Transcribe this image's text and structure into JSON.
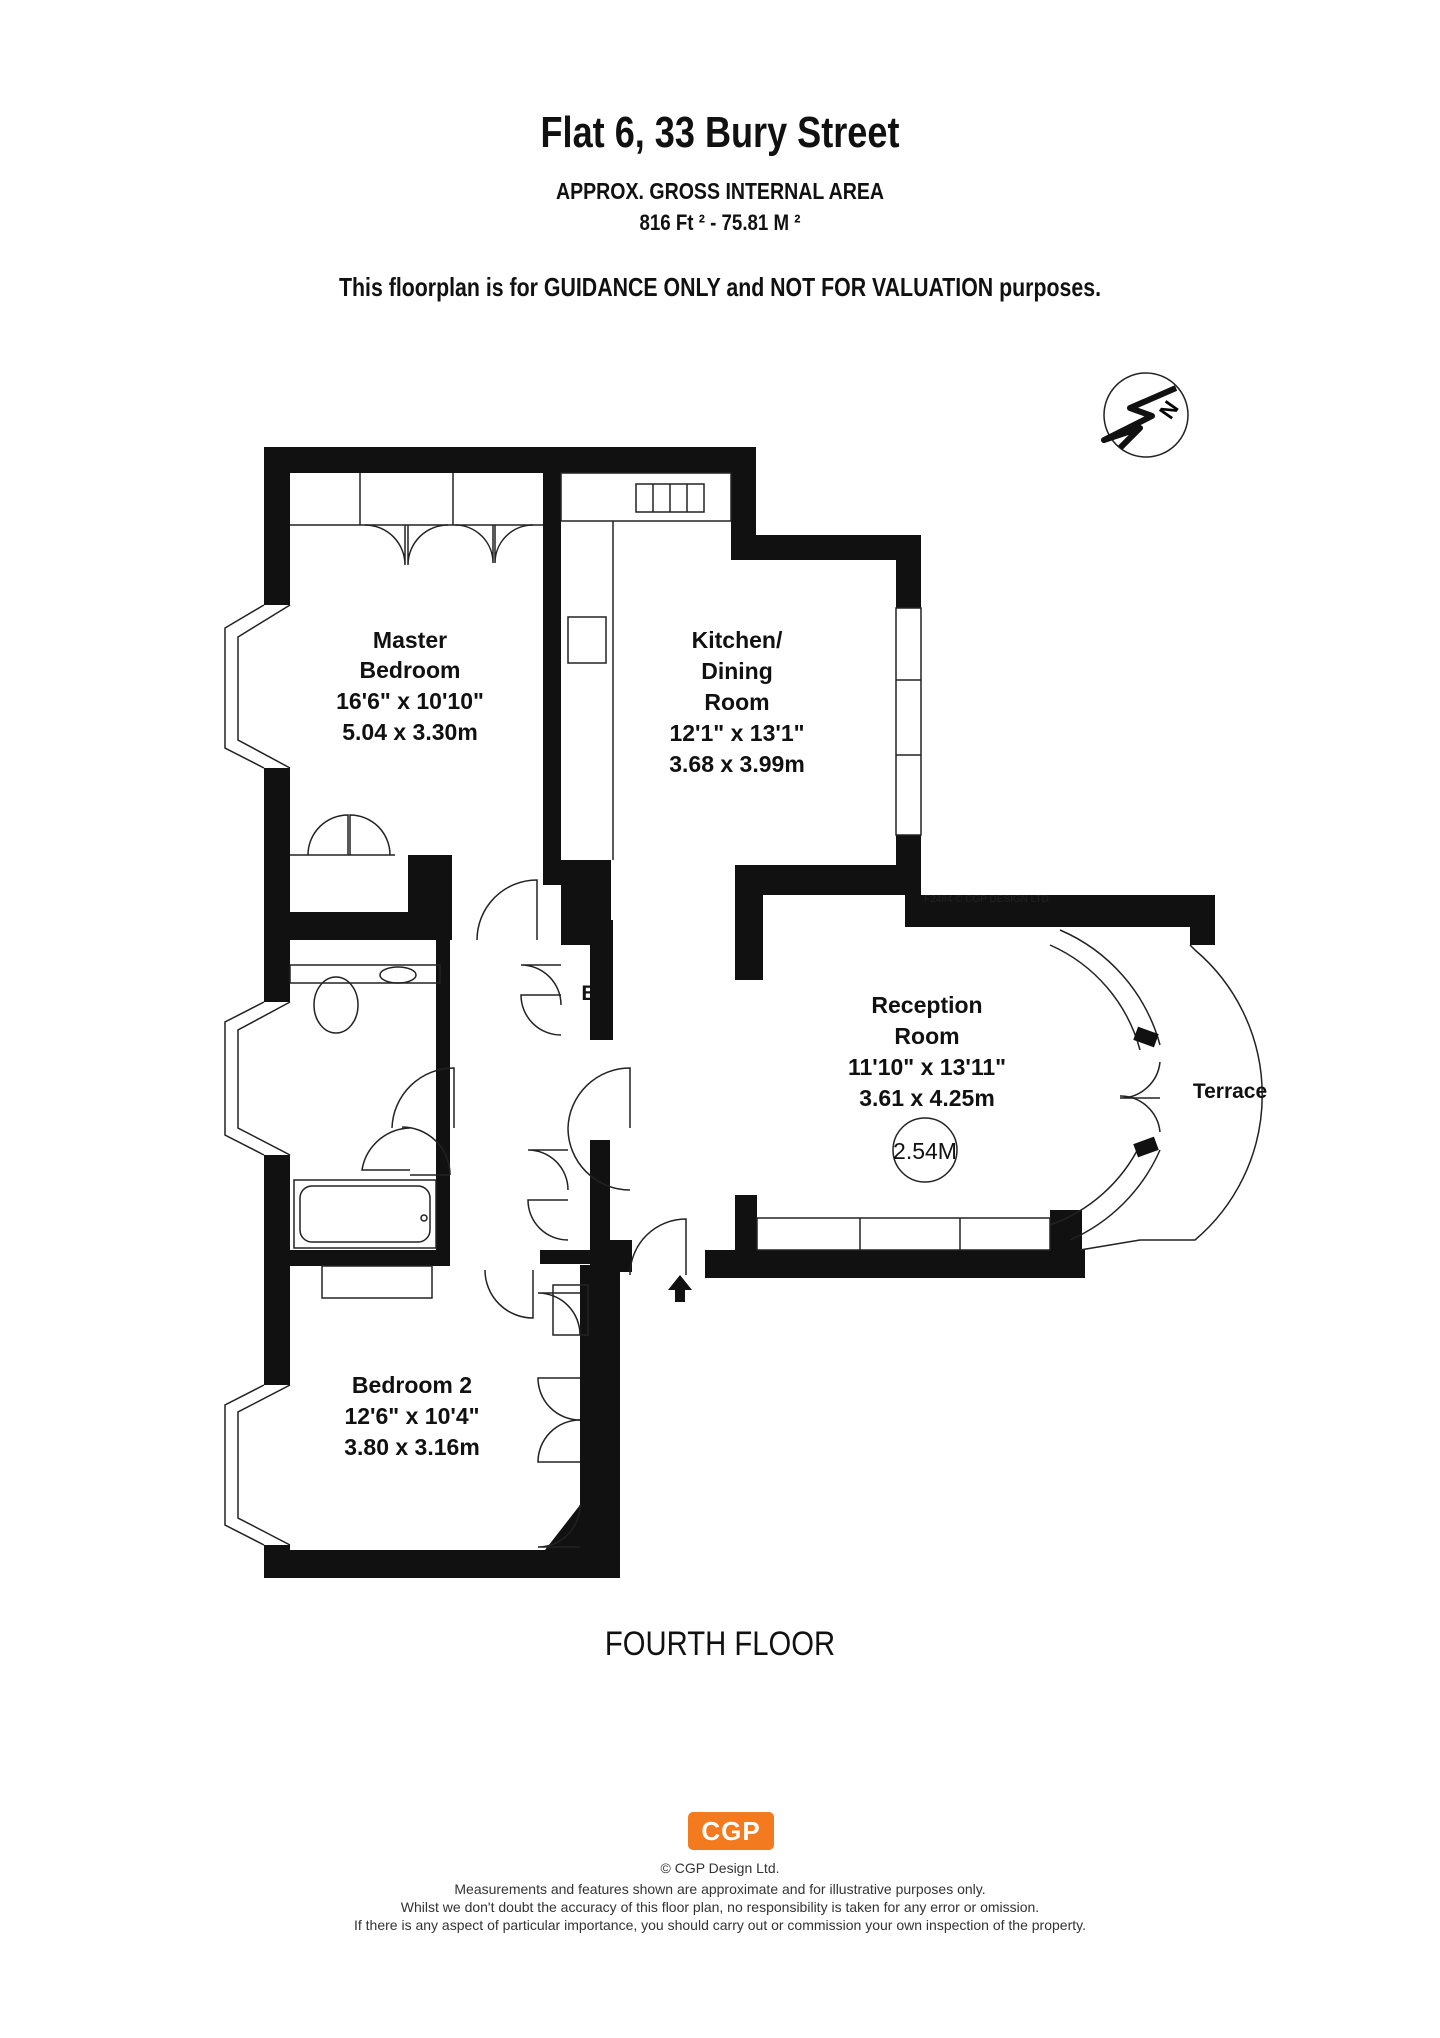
{
  "header": {
    "title": "Flat 6, 33 Bury Street",
    "area_label": "APPROX. GROSS INTERNAL  AREA",
    "area_value": "816 Ft ² - 75.81 M ²",
    "disclaimer": "This floorplan is for GUIDANCE ONLY and NOT FOR VALUATION purposes."
  },
  "rooms": {
    "master": {
      "name_1": "Master",
      "name_2": "Bedroom",
      "imperial": "16'6\" x 10'10\"",
      "metric": "5.04 x 3.30m"
    },
    "kitchen": {
      "name_1": "Kitchen/",
      "name_2": "Dining",
      "name_3": "Room",
      "imperial": "12'1\" x 13'1\"",
      "metric": "3.68 x 3.99m"
    },
    "reception": {
      "name_1": "Reception",
      "name_2": "Room",
      "imperial": "11'10\" x 13'11\"",
      "metric": "3.61 x 4.25m",
      "ceiling": "2.54M"
    },
    "bedroom2": {
      "name_1": "Bedroom 2",
      "imperial": "12'6\" x 10'4\"",
      "metric": "3.80 x 3.16m"
    },
    "terrace": {
      "name": "Terrace"
    },
    "boiler": {
      "label": "B"
    }
  },
  "plan_ref": "F2484 © CGP DESIGN LTD",
  "floor_name": "FOURTH FLOOR",
  "compass": {
    "label": "N"
  },
  "logo": {
    "text": "CGP",
    "color": "#f47a20"
  },
  "copyright": "© CGP Design Ltd.",
  "footer": {
    "line1": "Measurements and features shown are approximate and for illustrative purposes only.",
    "line2": "Whilst we don't doubt the accuracy of this floor plan, no responsibility is taken for any error or omission.",
    "line3": "If there is any aspect of particular importance, you should carry out or commission your own inspection of the property."
  }
}
